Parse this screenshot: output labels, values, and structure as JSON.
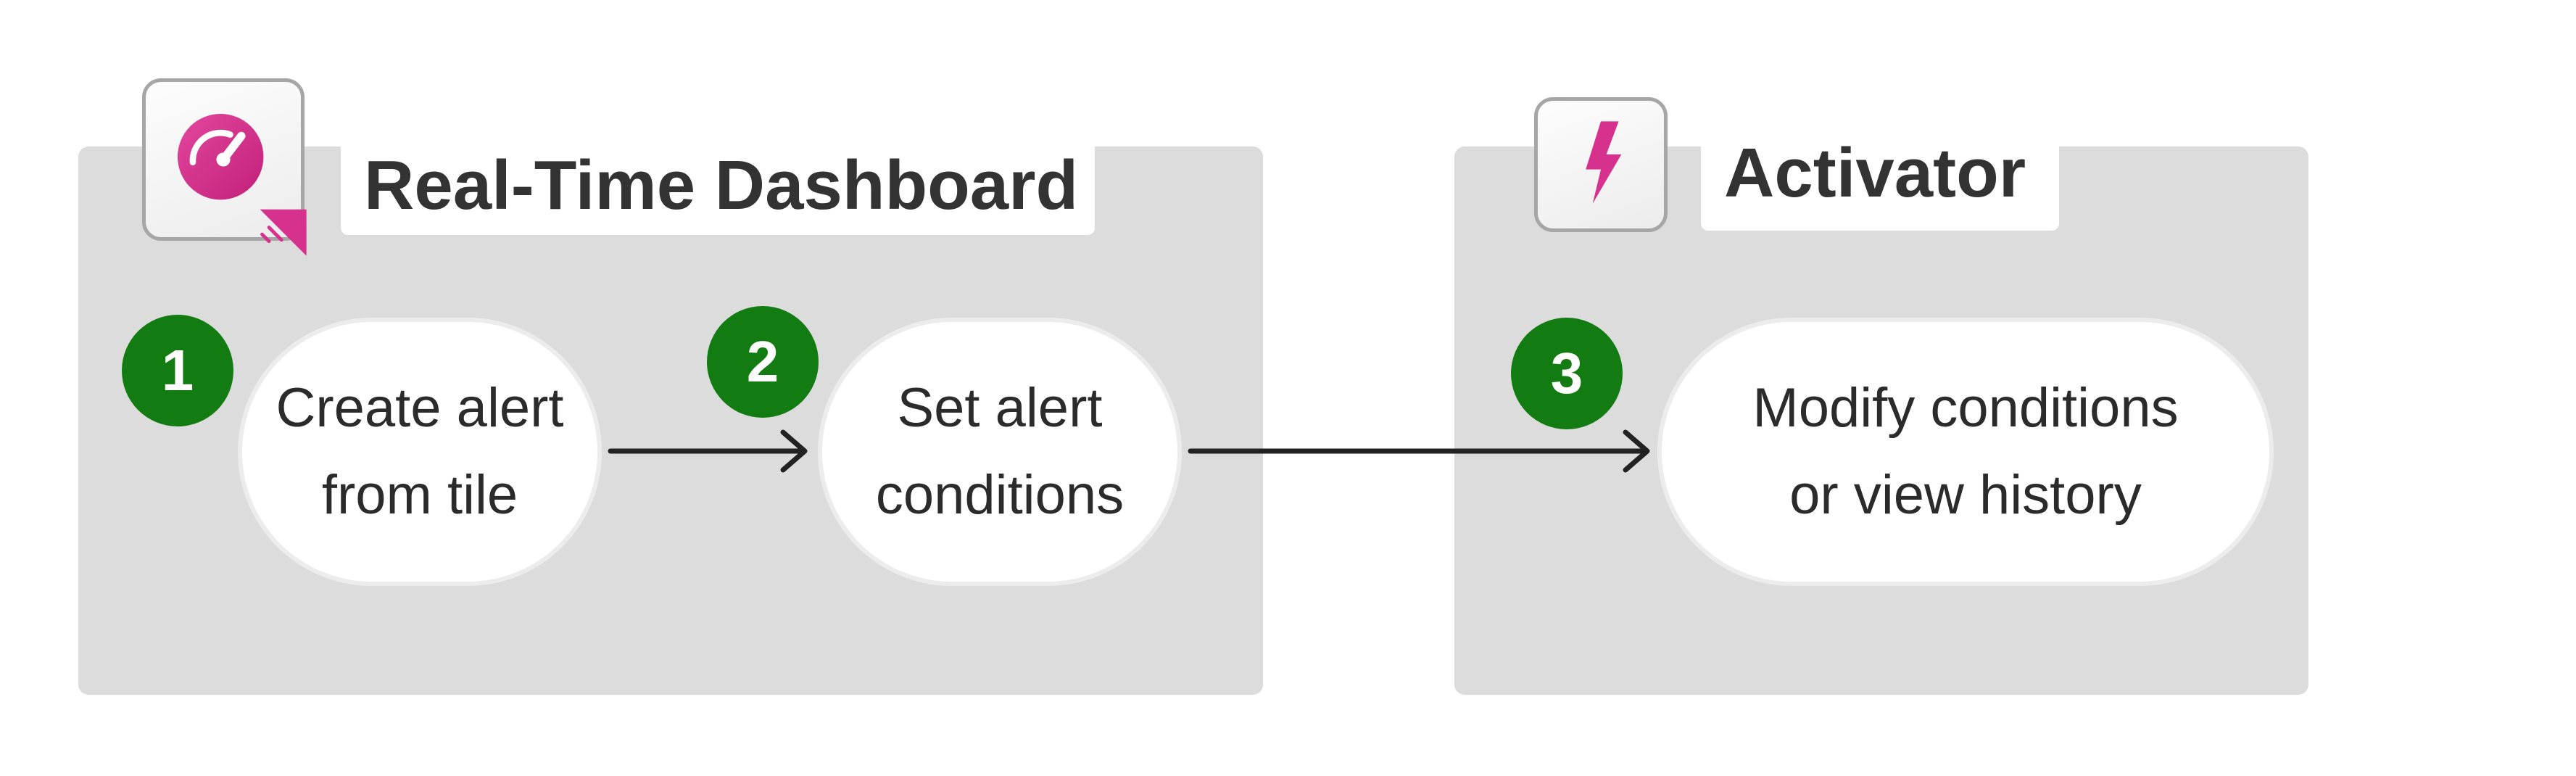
{
  "sections": [
    {
      "title": "Real-Time Dashboard",
      "icon": "gauge-dashboard-icon"
    },
    {
      "title": "Activator",
      "icon": "lightning-bolt-icon"
    }
  ],
  "steps": [
    {
      "number": "1",
      "line1": "Create alert",
      "line2": "from tile"
    },
    {
      "number": "2",
      "line1": "Set alert",
      "line2": "conditions"
    },
    {
      "number": "3",
      "line1": "Modify conditions",
      "line2": "or view history"
    }
  ],
  "colors": {
    "panel": "#dcdcdc",
    "badge": "#127c12",
    "icon_accent": "#d6318c",
    "arrow": "#222222"
  }
}
